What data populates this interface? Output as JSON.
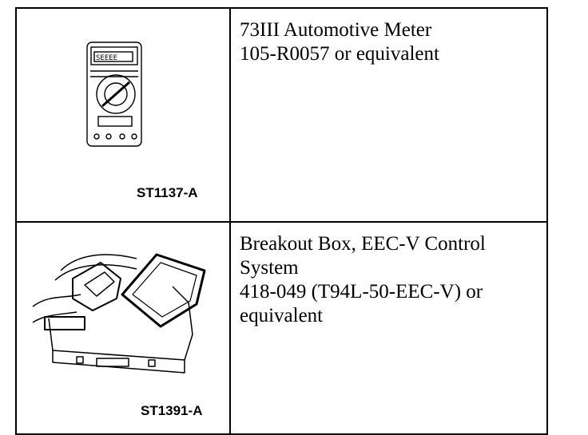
{
  "rows": [
    {
      "caption": "ST1137-A",
      "illustration": "multimeter-illustration",
      "lines": [
        "73III Automotive Meter",
        "105-R0057 or equivalent"
      ]
    },
    {
      "caption": "ST1391-A",
      "illustration": "breakout-box-illustration",
      "lines": [
        "Breakout Box, EEC-V Control",
        "System",
        "418-049 (T94L-50-EEC-V) or",
        "equivalent"
      ]
    }
  ]
}
